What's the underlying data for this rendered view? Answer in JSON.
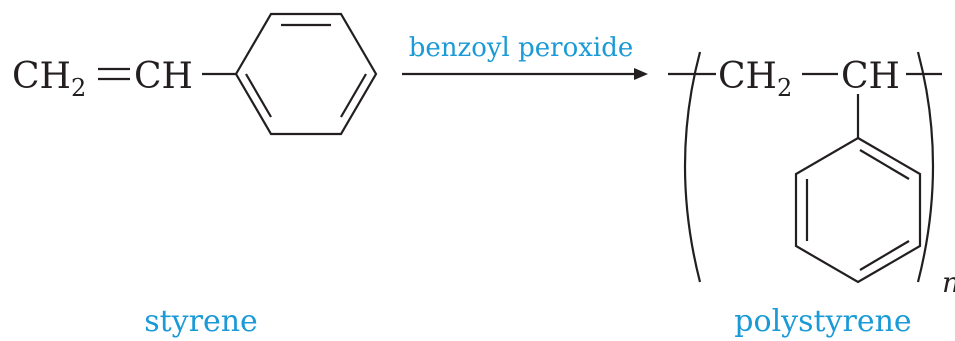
{
  "reactant": {
    "ch2_main": "CH",
    "ch2_sub": "2",
    "ch": "CH",
    "name": "styrene"
  },
  "reaction": {
    "reagent": "benzoyl peroxide"
  },
  "product": {
    "ch2_main": "CH",
    "ch2_sub": "2",
    "ch": "CH",
    "repeat_subscript": "n",
    "name": "polystyrene"
  },
  "colors": {
    "label": "#1a9ad6",
    "structure": "#231f20"
  }
}
